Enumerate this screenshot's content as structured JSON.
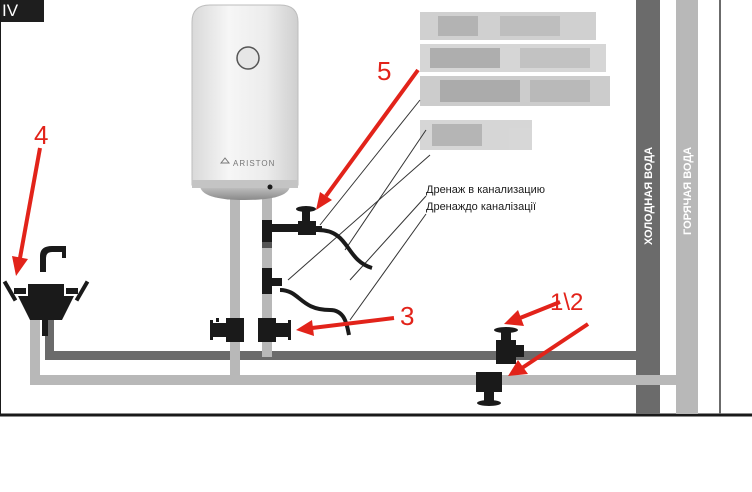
{
  "section_tag": "IV",
  "callouts": {
    "n1": "5",
    "n2": "4",
    "n3": "3",
    "n4": "1\\2"
  },
  "heater_brand": "ARISTON",
  "drain_label": {
    "line1": "Дренаж в канализацию",
    "line2": "Дренаждо каналізації"
  },
  "risers": {
    "cold": "ХОЛОДНАЯ ВОДА",
    "hot": "ГОРЯЧАЯ ВОДА"
  },
  "colors": {
    "cold_pipe": "#6b6b6b",
    "hot_pipe": "#b8b8b8",
    "arrow": "#e2231a",
    "fitting": "#1a1a1a",
    "heater_body": "#eeeeee"
  }
}
